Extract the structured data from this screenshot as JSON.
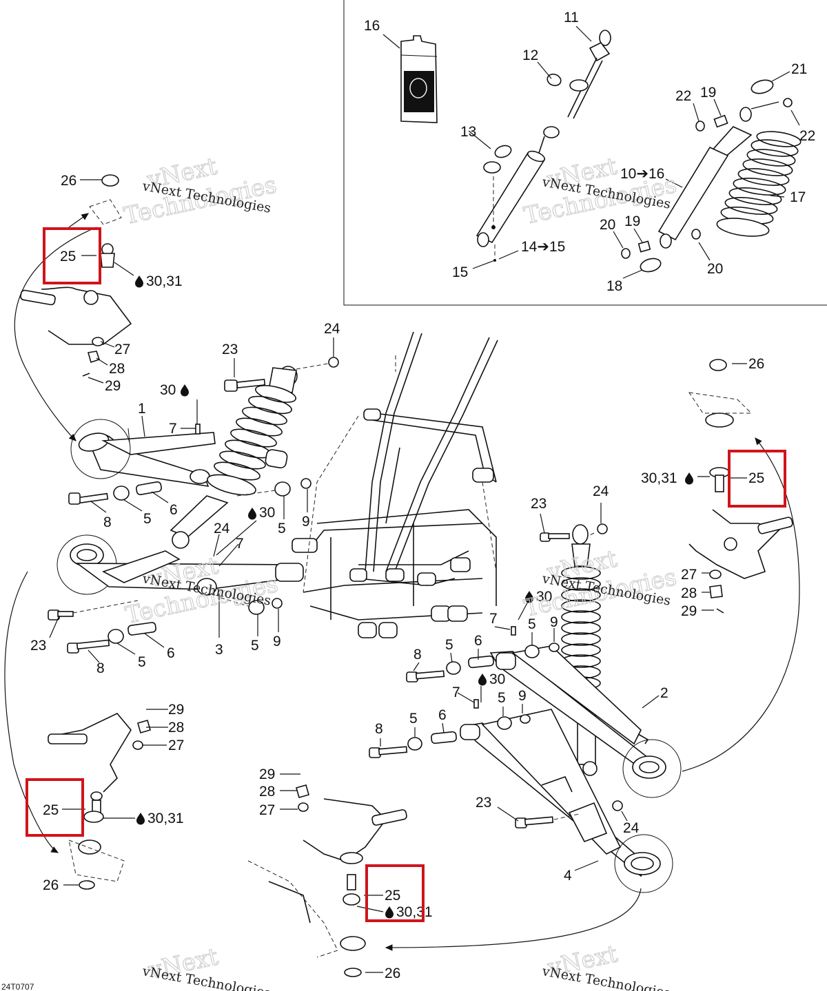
{
  "diagram": {
    "part_code": "24T0707",
    "watermark_lines": [
      "vNext",
      "Technologies",
      "vNext Technologies"
    ],
    "oil_symbol": "oil-drop-icon",
    "highlight_color": "#d0141b",
    "callouts": {
      "c1": "1",
      "c2": "2",
      "c3": "3",
      "c4": "4",
      "c5a": "5",
      "c5b": "5",
      "c5c": "5",
      "c5d": "5",
      "c5e": "5",
      "c5f": "5",
      "c5g": "5",
      "c6a": "6",
      "c6b": "6",
      "c6c": "6",
      "c6d": "6",
      "c7a": "7",
      "c7b": "7",
      "c7c": "7",
      "c7d": "7",
      "c8a": "8",
      "c8b": "8",
      "c8c": "8",
      "c8d": "8",
      "c9a": "9",
      "c9b": "9",
      "c9c": "9",
      "c9d": "9",
      "c10to16": "10➔16",
      "c11": "11",
      "c12": "12",
      "c13": "13",
      "c14to15": "14➔15",
      "c15": "15",
      "c16": "16",
      "c17": "17",
      "c18": "18",
      "c19a": "19",
      "c19b": "19",
      "c20a": "20",
      "c20b": "20",
      "c21": "21",
      "c22a": "22",
      "c22b": "22",
      "c23a": "23",
      "c23b": "23",
      "c23c": "23",
      "c23d": "23",
      "c24a": "24",
      "c24b": "24",
      "c24c": "24",
      "c24d": "24",
      "c25a": "25",
      "c25b": "25",
      "c25c": "25",
      "c25d": "25",
      "c26a": "26",
      "c26b": "26",
      "c26c": "26",
      "c26d": "26",
      "c27a": "27",
      "c27b": "27",
      "c27c": "27",
      "c27d": "27",
      "c28a": "28",
      "c28b": "28",
      "c28c": "28",
      "c28d": "28",
      "c29a": "29",
      "c29b": "29",
      "c29c": "29",
      "c29d": "29",
      "c30a": "30",
      "c30b": "30",
      "c30c": "30",
      "c30d": "30",
      "c3031a": "30,31",
      "c3031b": "30,31",
      "c3031c": "30,31",
      "c3031d": "30,31"
    }
  }
}
